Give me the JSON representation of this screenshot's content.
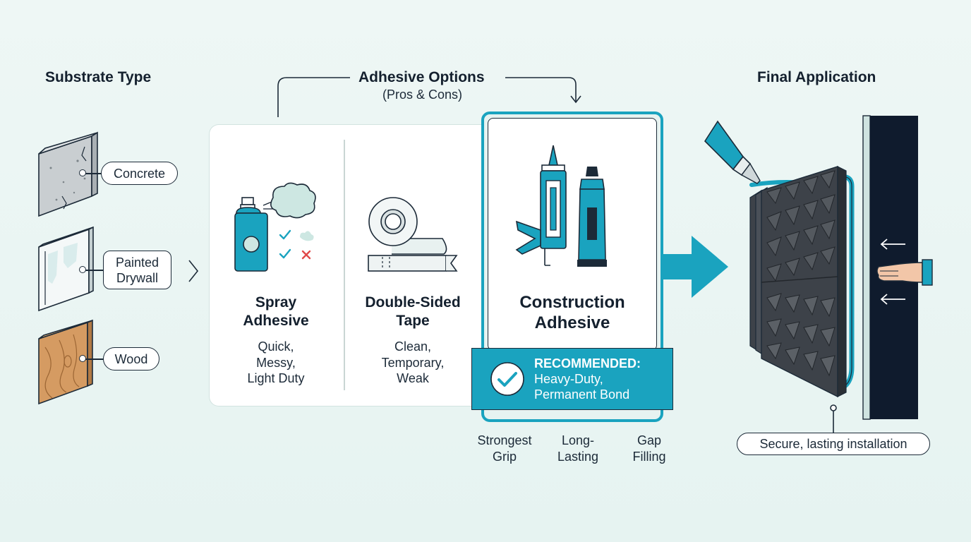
{
  "headings": {
    "substrate": "Substrate Type",
    "adhesive": "Adhesive Options",
    "adhesive_sub": "(Pros & Cons)",
    "final": "Final Application"
  },
  "substrates": [
    {
      "label": "Concrete",
      "icon": "concrete-block-icon"
    },
    {
      "label": "Painted\nDrywall",
      "icon": "drywall-panel-icon"
    },
    {
      "label": "Wood",
      "icon": "wood-plank-icon"
    }
  ],
  "options": [
    {
      "title": "Spray\nAdhesive",
      "desc": "Quick,\nMessy,\nLight Duty",
      "icon": "spray-can-icon"
    },
    {
      "title": "Double-Sided\nTape",
      "desc": "Clean,\nTemporary,\nWeak",
      "icon": "tape-roll-icon"
    }
  ],
  "recommended": {
    "title": "Construction\nAdhesive",
    "badge_title": "RECOMMENDED:",
    "badge_text": "Heavy-Duty,\nPermanent Bond",
    "benefits": [
      "Strongest\nGrip",
      "Long-\nLasting",
      "Gap\nFilling"
    ]
  },
  "final": {
    "caption": "Secure, lasting installation"
  },
  "colors": {
    "accent": "#1aa3bf",
    "dark": "#14202e",
    "panel": "#0f1b2d",
    "foam": "#3d4249",
    "background": "#e9f5f3"
  }
}
